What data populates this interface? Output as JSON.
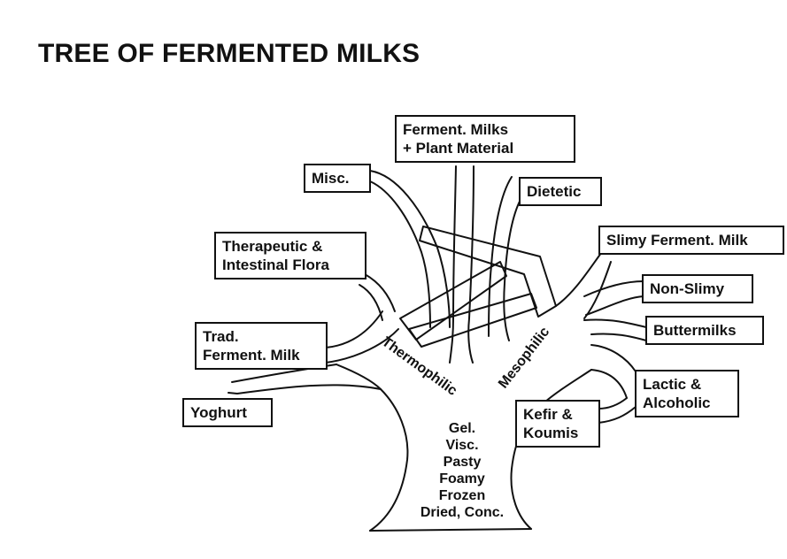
{
  "title": "TREE OF FERMENTED MILKS",
  "boxes": {
    "plant": [
      "Ferment. Milks",
      "+ Plant Material"
    ],
    "misc": [
      "Misc."
    ],
    "dietetic": [
      "Dietetic"
    ],
    "therapeutic": [
      "Therapeutic &",
      "Intestinal Flora"
    ],
    "slimy": [
      "Slimy Ferment. Milk"
    ],
    "nonslimy": [
      "Non-Slimy"
    ],
    "buttermilks": [
      "Buttermilks"
    ],
    "trad": [
      "Trad.",
      "Ferment. Milk"
    ],
    "yoghurt": [
      "Yoghurt"
    ],
    "lactic": [
      "Lactic &",
      "Alcoholic"
    ],
    "kefir": [
      "Kefir &",
      "Koumis"
    ]
  },
  "branches": {
    "thermophilic": "Thermophilic",
    "mesophilic": "Mesophilic"
  },
  "trunk": [
    "Gel.",
    "Visc.",
    "Pasty",
    "Foamy",
    "Frozen",
    "Dried, Conc."
  ]
}
